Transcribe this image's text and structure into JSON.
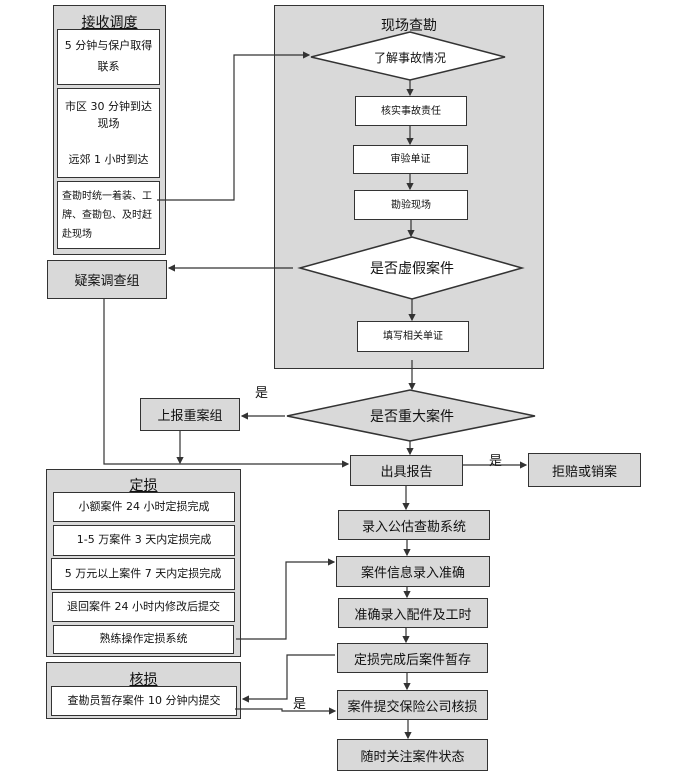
{
  "dispatch": {
    "title": "接收调度",
    "items": [
      "5 分钟与保户取得联系",
      "市区 30 分钟到达现场\n\n远郊 1 小时到达",
      "查勘时统一着装、工牌、查勘包、及时赶赴现场"
    ]
  },
  "survey": {
    "title": "现场查勘",
    "diamond_understand": "了解事故情况",
    "verify_responsibility": "核实事故责任",
    "check_documents": "审验单证",
    "inspect_scene": "勘验现场",
    "diamond_fraud": "是否虚假案件",
    "fill_documents": "填写相关单证"
  },
  "suspect_group": "疑案调查组",
  "major_group": "上报重案组",
  "diamond_major": "是否重大案件",
  "yes_label": "是",
  "report": "出具报告",
  "reject": "拒赔或销案",
  "flow": {
    "enter_system": "录入公估查勘系统",
    "case_info": "案件信息录入准确",
    "parts_hours": "准确录入配件及工时",
    "temp_save": "定损完成后案件暂存",
    "submit_review": "案件提交保险公司核损",
    "track_status": "随时关注案件状态"
  },
  "assessment": {
    "title": "定损",
    "items": [
      "小额案件 24 小时定损完成",
      "1-5 万案件 3 天内定损完成",
      "5 万元以上案件 7 天内定损完成",
      "退回案件 24 小时内修改后提交",
      "熟练操作定损系统"
    ]
  },
  "review": {
    "title": "核损",
    "item": "查勘员暂存案件 10 分钟内提交"
  }
}
